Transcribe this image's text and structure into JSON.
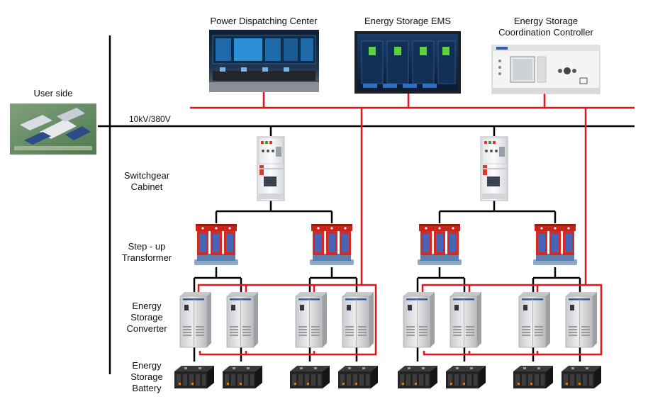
{
  "top_labels": {
    "dispatch_center": "Power Dispatching Center",
    "ems": "Energy Storage EMS",
    "coordination_controller": "Energy Storage\nCoordination Controller"
  },
  "user_side_label": "User side",
  "bus_label": "10kV/380V",
  "row_labels": {
    "switchgear": "Switchgear\nCabinet",
    "transformer": "Step - up\nTransformer",
    "converter": "Energy\nStorage\nConverter",
    "battery": "Energy\nStorage\nBattery"
  },
  "colors": {
    "power_line": "#000000",
    "comm_line": "#e8141a",
    "transformer_body": "#d42a1f",
    "transformer_coil": "#2e6fd1",
    "cabinet": "#f2f2f4",
    "converter": "#dcdde0",
    "battery": "#2a2a2a"
  }
}
